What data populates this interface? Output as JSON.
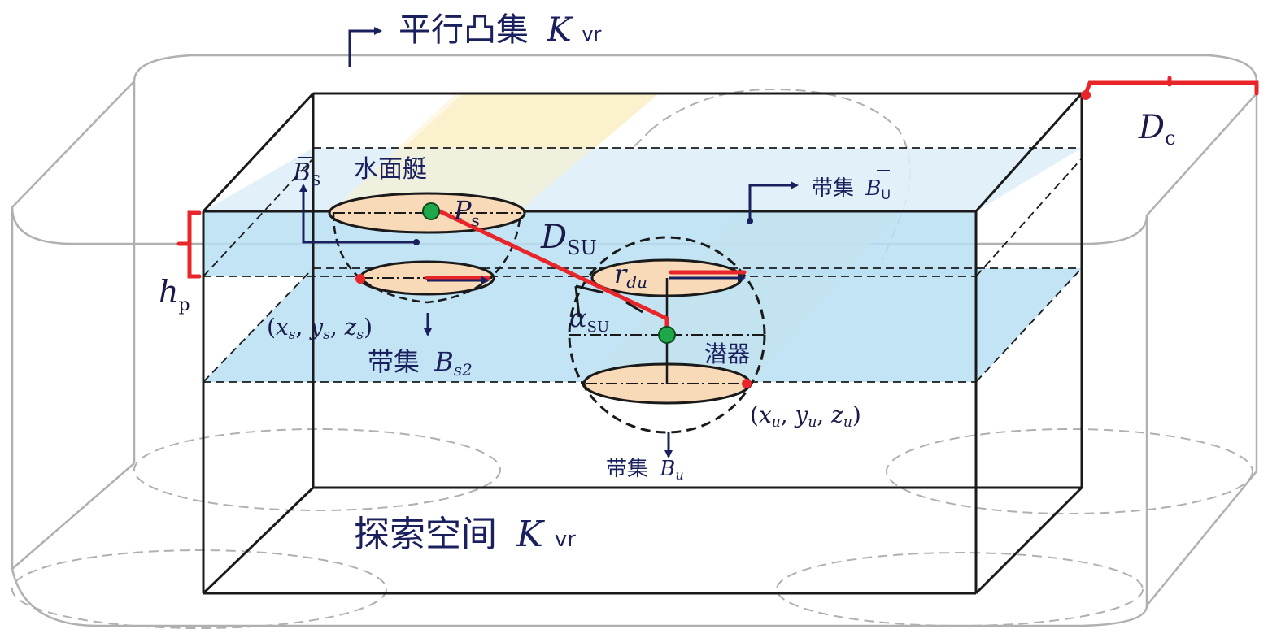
{
  "labels": {
    "parallel_set": {
      "text": "平行凸集",
      "var": "K",
      "sub": "vr"
    },
    "search_space": {
      "text": "探索空间",
      "var": "K",
      "sub": "vr"
    },
    "dc": {
      "var": "D",
      "sub": "c"
    },
    "surface_vessel": "水面艇",
    "submarine": "潜器",
    "band_bs_bar": {
      "var": "B",
      "sub": "S"
    },
    "band_bu_bar": {
      "text": "带集",
      "var": "B",
      "sub": "U"
    },
    "band_bs2": {
      "text": "带集",
      "var": "B",
      "sub": "s2"
    },
    "band_bu": {
      "text": "带集",
      "var": "B",
      "sub": "u"
    },
    "ps": {
      "var": "P",
      "sub": "s"
    },
    "dsu": {
      "var": "D",
      "sub": "SU"
    },
    "rdu": {
      "var": "r",
      "sub": "du"
    },
    "alpha": {
      "var": "α",
      "sub": "SU"
    },
    "hp": {
      "var": "h",
      "sub": "p"
    },
    "coord_s": "(x",
    "coord_s_full": {
      "open": "(",
      "x": "x",
      "xs": "s",
      "y": "y",
      "ys": "s",
      "z": "z",
      "zs": "s",
      "close": ")"
    },
    "coord_u_full": {
      "open": "(",
      "x": "x",
      "xs": "u",
      "y": "y",
      "ys": "u",
      "z": "z",
      "zs": "u",
      "close": ")"
    }
  },
  "colors": {
    "outer_frame": "#b0b0b0",
    "inner_frame": "#1a1a1a",
    "plane_blue": "#b9dff2",
    "plane_blue_light": "#dff0f8",
    "strip_yellow": "#fbf1cc",
    "disk_orange": "#f8d9b8",
    "red": "#e8262a",
    "navy": "#1a1f5e",
    "green": "#1fa84a"
  }
}
